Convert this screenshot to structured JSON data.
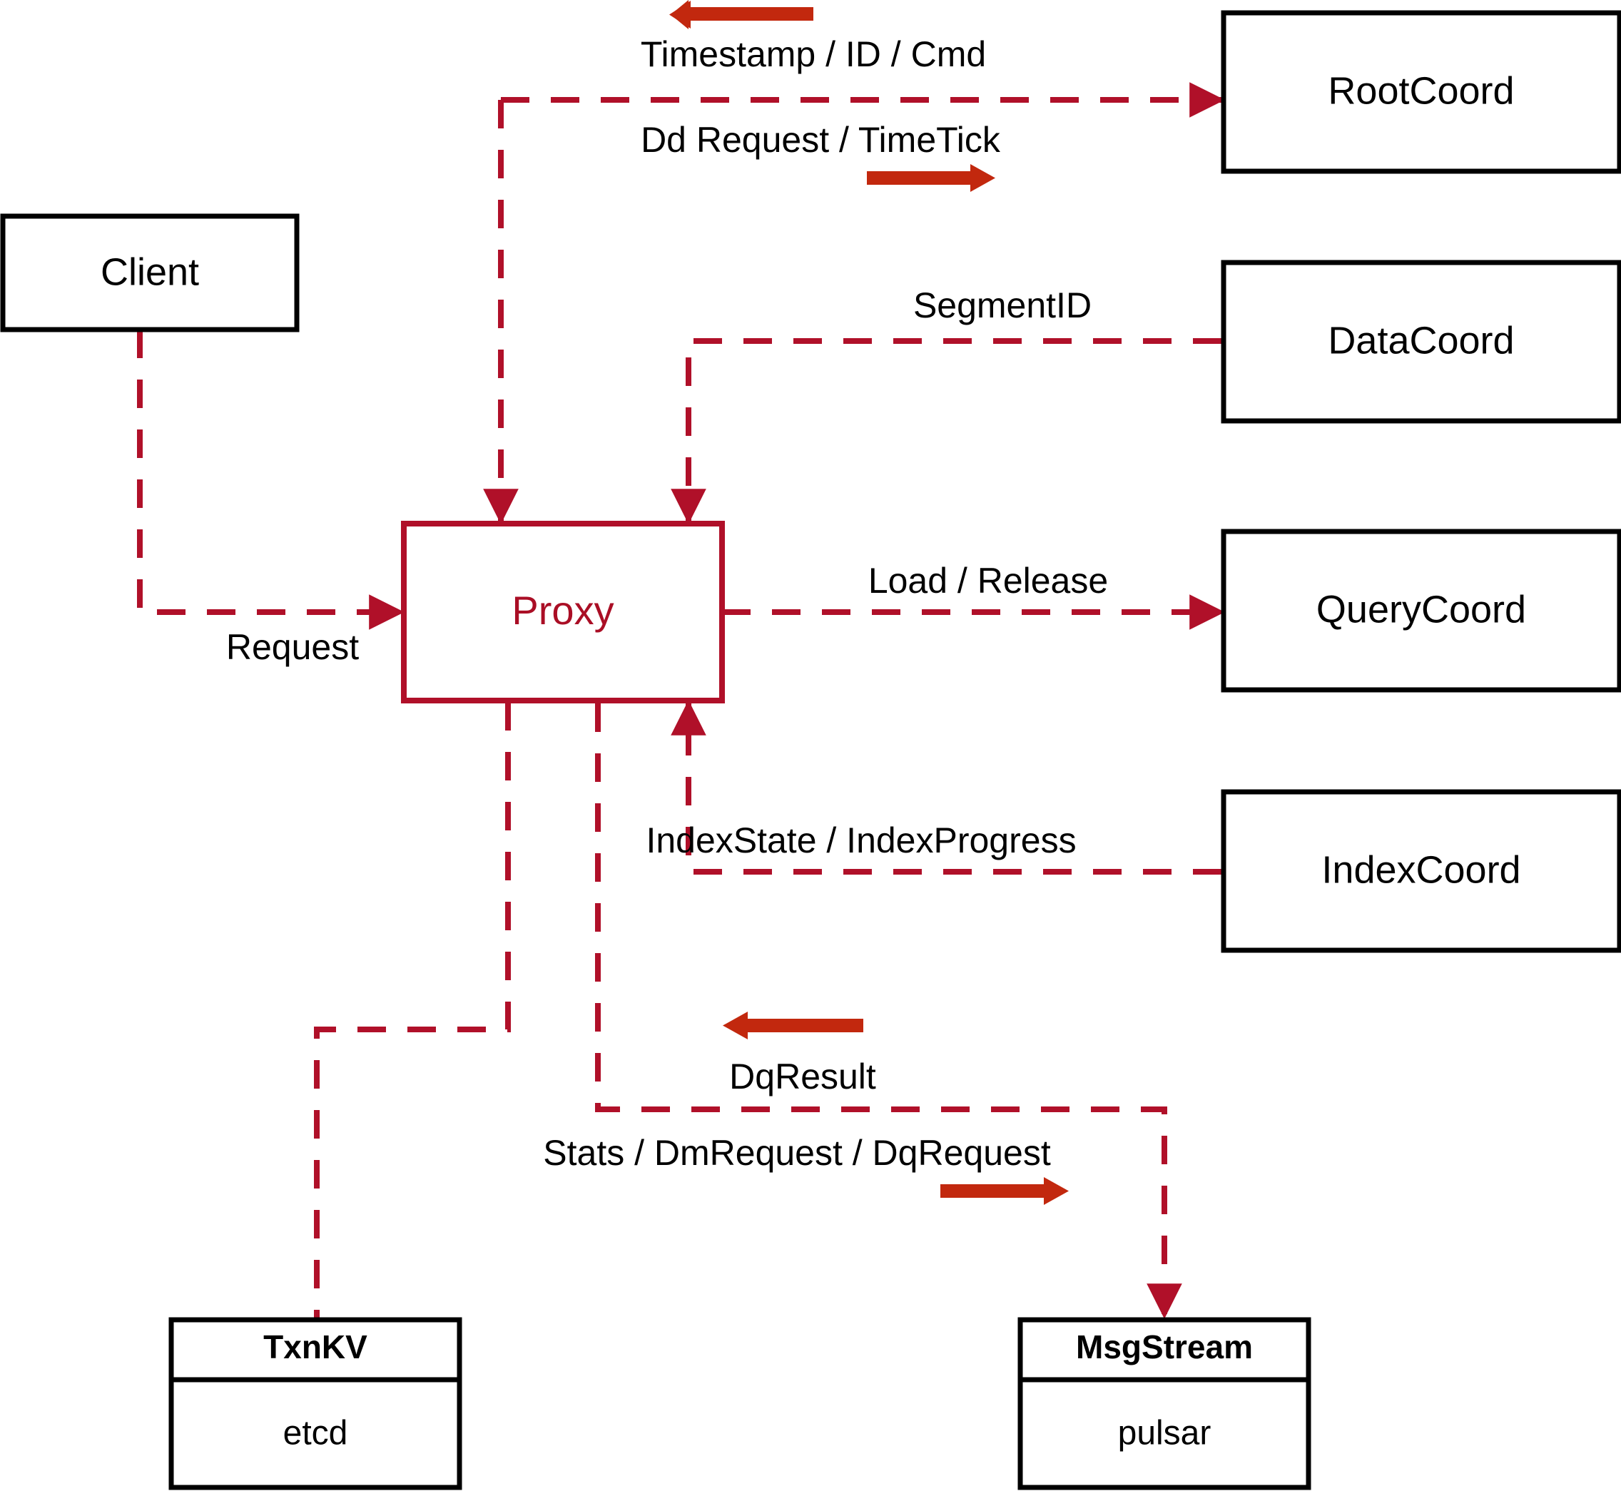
{
  "diagram": {
    "title": "Proxy architecture dataflow",
    "colors": {
      "dashed_edge": "#B01029",
      "bold_arrow": "#C2280E",
      "proxy_text": "#AA0E25",
      "node_border": "#000000",
      "background": "#FFFFFF"
    }
  },
  "nodes": {
    "client": {
      "label": "Client"
    },
    "proxy": {
      "label": "Proxy"
    },
    "rootcoord": {
      "label": "RootCoord"
    },
    "datacoord": {
      "label": "DataCoord"
    },
    "querycoord": {
      "label": "QueryCoord"
    },
    "indexcoord": {
      "label": "IndexCoord"
    },
    "txnkv": {
      "title": "TxnKV",
      "impl": "etcd"
    },
    "msgstream": {
      "title": "MsgStream",
      "impl": "pulsar"
    }
  },
  "edges": [
    {
      "id": "client-proxy",
      "label": "Request",
      "from": "client",
      "to": "proxy",
      "direction": "right"
    },
    {
      "id": "proxy-rootcoord",
      "label": "Dd Request / TimeTick",
      "from": "proxy",
      "to": "rootcoord",
      "direction": "right"
    },
    {
      "id": "rootcoord-proxy",
      "label": "Timestamp / ID / Cmd",
      "from": "rootcoord",
      "to": "proxy",
      "direction": "left"
    },
    {
      "id": "datacoord-proxy",
      "label": "SegmentID",
      "from": "datacoord",
      "to": "proxy",
      "direction": "left"
    },
    {
      "id": "proxy-querycoord",
      "label": "Load / Release",
      "from": "proxy",
      "to": "querycoord",
      "direction": "right"
    },
    {
      "id": "indexcoord-proxy",
      "label": "IndexState / IndexProgress",
      "from": "indexcoord",
      "to": "proxy",
      "direction": "left"
    },
    {
      "id": "msgstream-proxy",
      "label": "DqResult",
      "from": "msgstream",
      "to": "proxy",
      "direction": "left"
    },
    {
      "id": "proxy-msgstream",
      "label": "Stats / DmRequest / DqRequest",
      "from": "proxy",
      "to": "msgstream",
      "direction": "right"
    },
    {
      "id": "proxy-txnkv",
      "label": "",
      "from": "proxy",
      "to": "txnkv",
      "direction": "down"
    }
  ],
  "bold_arrows": [
    {
      "id": "timestamp-id-cmd-arrow",
      "direction": "left"
    },
    {
      "id": "dd-request-timetick-arrow",
      "direction": "right"
    },
    {
      "id": "dqresult-arrow",
      "direction": "left"
    },
    {
      "id": "stats-dmrequest-dqrequest-arrow",
      "direction": "right"
    }
  ]
}
